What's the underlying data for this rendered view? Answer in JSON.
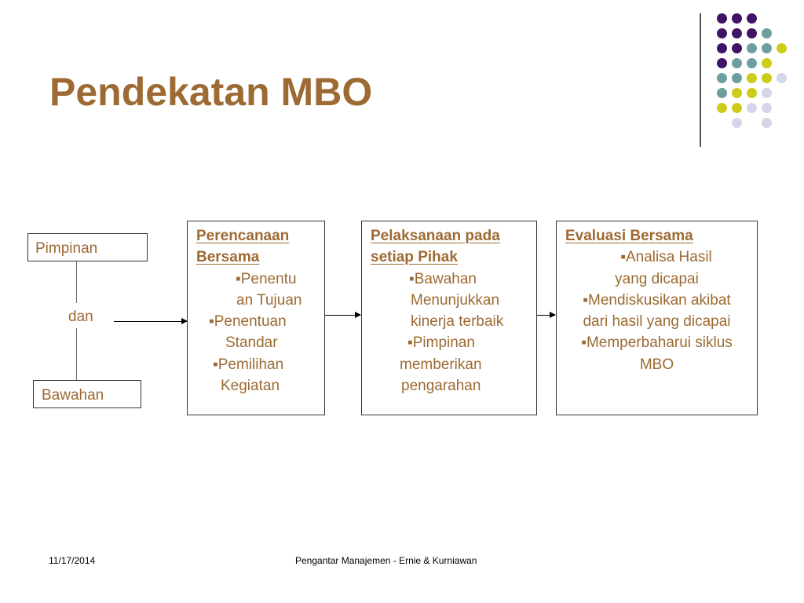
{
  "slide": {
    "title": "Pendekatan MBO",
    "decor_colors": {
      "purple": "#3f1466",
      "teal": "#6d9fa0",
      "yellow": "#cccc1a",
      "lavender": "#d6d6ea",
      "text_brown": "#9c6a32"
    }
  },
  "left": {
    "top_label": "Pimpinan",
    "middle_label": "dan",
    "bottom_label": "Bawahan"
  },
  "panels": [
    {
      "heading": [
        "Perencanaan",
        "Bersama"
      ],
      "lines": [
        "▪Penentu",
        "an Tujuan",
        "▪Penentuan",
        "Standar",
        "▪Pemilihan",
        "Kegiatan"
      ]
    },
    {
      "heading": [
        "Pelaksanaan pada",
        "setiap Pihak"
      ],
      "lines": [
        "▪Bawahan",
        "Menunjukkan",
        "kinerja terbaik",
        "▪Pimpinan",
        "memberikan",
        "pengarahan"
      ]
    },
    {
      "heading": [
        "Evaluasi Bersama"
      ],
      "lines": [
        "▪Analisa Hasil",
        "yang dicapai",
        "▪Mendiskusikan akibat",
        "dari hasil yang dicapai",
        "▪Memperbaharui siklus",
        "MBO"
      ]
    }
  ],
  "footer": {
    "date": "11/17/2014",
    "center": "Pengantar Manajemen - Ernie & Kurniawan"
  }
}
